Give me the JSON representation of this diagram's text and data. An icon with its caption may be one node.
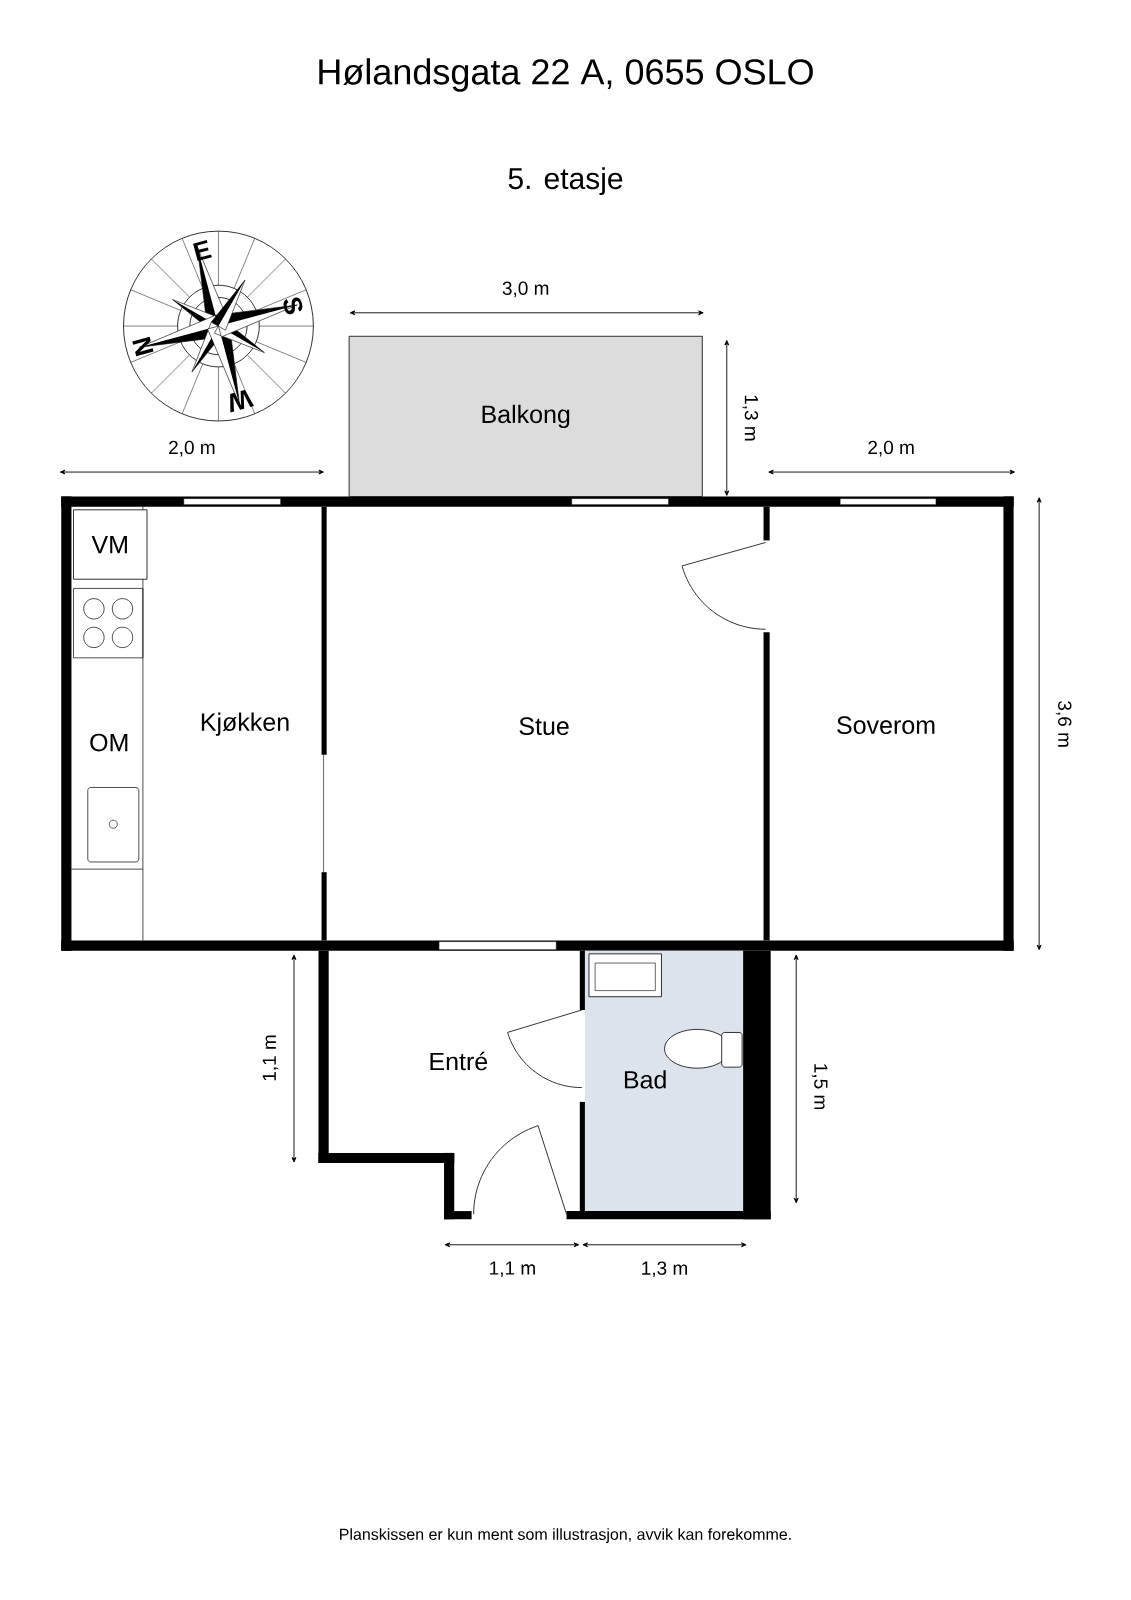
{
  "diagram": {
    "title": "Hølandsgata 22 A, 0655 OSLO",
    "caption": "Planskissen er kun ment som illustrasjon, avvik kan forekomme.",
    "nodes": [
      {
        "text": [
          "Balkong"
        ]
      },
      {
        "text": [
          "VM"
        ]
      },
      {
        "text": [
          "Kjøkken"
        ]
      },
      {
        "text": [
          "Stue"
        ]
      },
      {
        "text": [
          "Soverom"
        ]
      },
      {
        "text": [
          "OM"
        ]
      },
      {
        "text": [
          "Entré"
        ]
      },
      {
        "text": [
          "Bad"
        ]
      }
    ],
    "labels": [
      "5. etasje",
      "N",
      "E",
      "S",
      "W",
      "3,0 m",
      "1,3 m",
      "2,0 m",
      "2,0 m",
      "3,6 m",
      "1,1 m",
      "1,5 m",
      "1,1 m",
      "1,3 m"
    ]
  }
}
